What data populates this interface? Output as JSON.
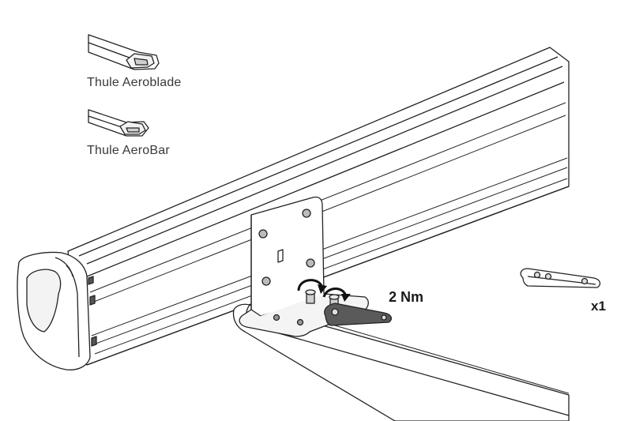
{
  "bar_types": [
    {
      "label": "Thule Aeroblade",
      "icon": "aeroblade-bar-profile-icon"
    },
    {
      "label": "Thule AeroBar",
      "icon": "aerobar-profile-icon"
    }
  ],
  "torque": "2 Nm",
  "quantity": "x1",
  "colors": {
    "line": "#222222",
    "fill": "#ffffff",
    "shade": "#e6e6e6",
    "dark": "#555555"
  }
}
